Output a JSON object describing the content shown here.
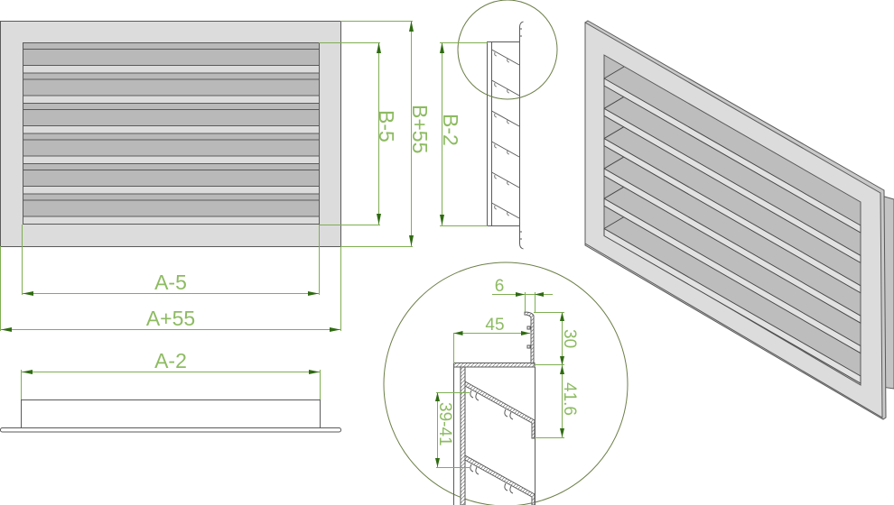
{
  "drawing": {
    "front_view": {
      "louver_count": 6,
      "dims": {
        "inner_width": "A-5",
        "outer_width": "A+55",
        "inner_height": "B-5",
        "outer_height": "B+55"
      }
    },
    "bottom_view": {
      "dims": {
        "width": "A-2"
      }
    },
    "section_view": {
      "dims": {
        "height": "B-2"
      }
    },
    "detail_view": {
      "dims": {
        "lip": "6",
        "depth": "45",
        "flange": "30",
        "step": "41.6",
        "pitch": "39-41"
      }
    },
    "isometric_view": {
      "louver_count": 6
    },
    "colors": {
      "dimension": "#7fae52",
      "arrow": "#2f6b12",
      "frame": "#dcdcdc",
      "louver": "#b9b9b9",
      "detail_circle": "#6c7f48"
    }
  }
}
